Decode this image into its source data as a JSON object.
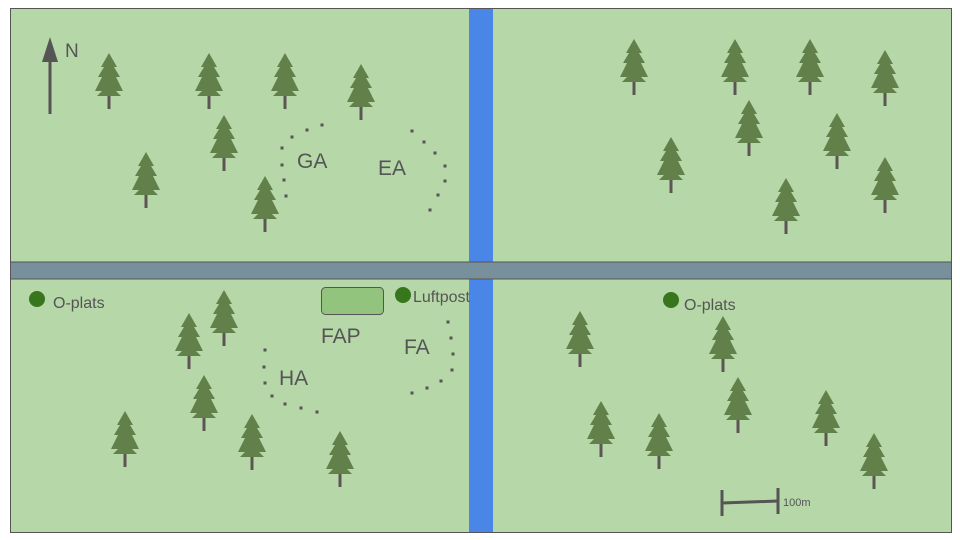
{
  "map": {
    "north_label": "N",
    "areas": {
      "ga": "GA",
      "ea": "EA",
      "ha": "HA",
      "fa": "FA",
      "fap": "FAP"
    },
    "points": {
      "o_plats_west": "O-plats",
      "o_plats_east": "O-plats",
      "luftpost": "Luftpost"
    },
    "scale_label": "100m",
    "colors": {
      "terrain": "#b6d7a8",
      "road": "#78909c",
      "river": "#4a86e8",
      "tree": "#62804a",
      "trunk": "#5d5454",
      "marker": "#38761d",
      "fap": "#93c47d"
    }
  }
}
